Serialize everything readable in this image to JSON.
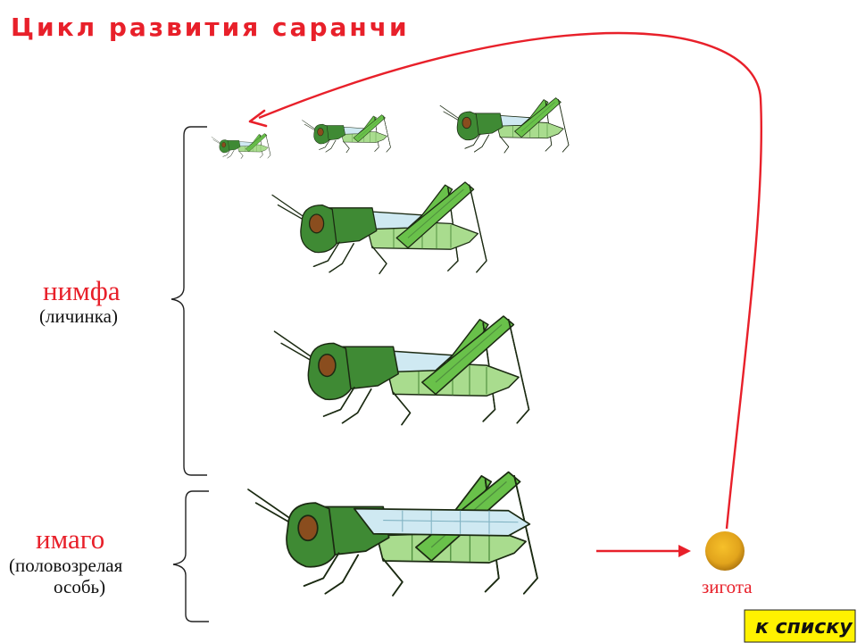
{
  "title": "Цикл развития саранчи",
  "stages": {
    "nymph": {
      "label": "нимфа",
      "sublabel": "(личинка)"
    },
    "adult": {
      "label": "имаго",
      "sublabel_line1": "(половозрелая",
      "sublabel_line2": "особь)"
    },
    "zygote": {
      "label": "зигота"
    }
  },
  "nav": {
    "back_label": "к списку"
  },
  "colors": {
    "accent_red": "#e8202a",
    "body_green": "#69c14a",
    "dark_green": "#3f8a34",
    "pale_green": "#a9dc8e",
    "eye_brown": "#8a4d1e",
    "wing_blue": "#cfe9f2",
    "zygote_gold": "#e2a41c",
    "button_yellow": "#fff200"
  }
}
